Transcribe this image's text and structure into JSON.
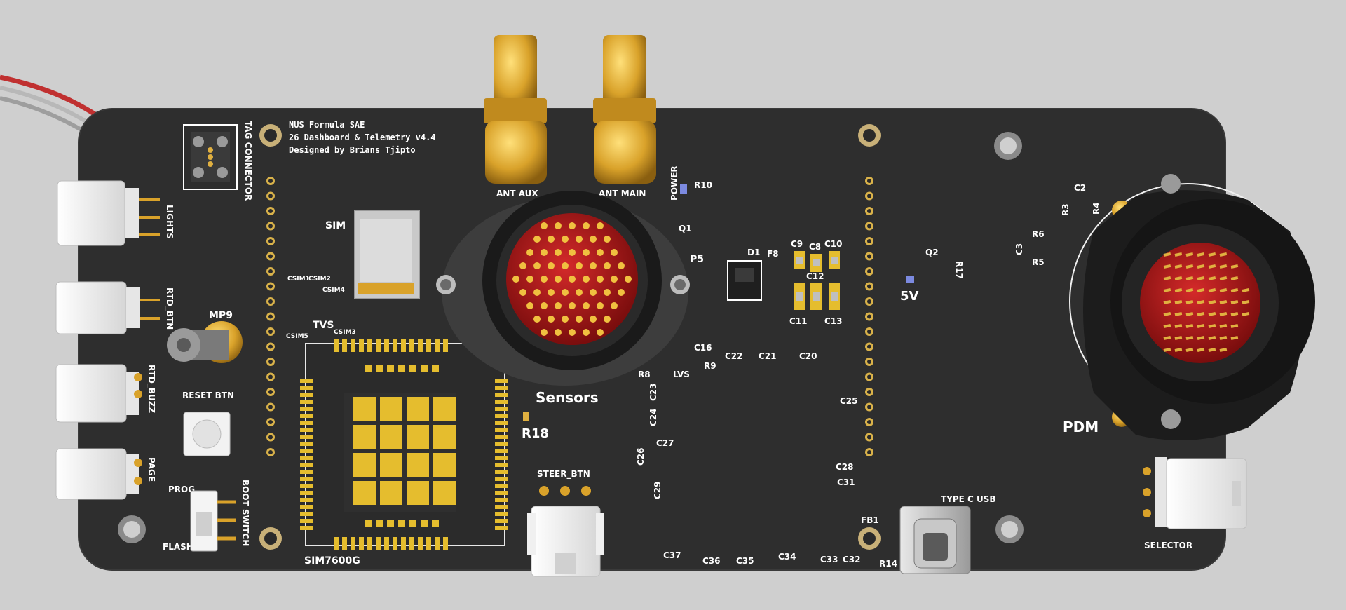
{
  "board": {
    "title_lines": [
      "NUS Formula SAE",
      "26 Dashboard & Telemetry v4.4",
      "Designed by Brians Tjipto"
    ]
  },
  "connectors": {
    "tag": "TAG CONNECTOR",
    "lights": "LIGHTS",
    "rtd_btn": "RTD_BTN",
    "rtd_buzz": "RTD_BUZZ",
    "page": "PAGE",
    "sensors": "Sensors",
    "pdm": "PDM",
    "selector": "SELECTOR",
    "steer_btn": "STEER_BTN",
    "type_c": "TYPE C USB",
    "ant_aux": "ANT AUX",
    "ant_main": "ANT MAIN",
    "sim": "SIM"
  },
  "parts": {
    "mp9": "MP9",
    "reset": "RESET BTN",
    "boot": "BOOT SWITCH",
    "prog": "PROG",
    "flash": "FLASH",
    "module": "SIM7600G",
    "power": "POWER",
    "v5": "5V",
    "tvs": "TVS",
    "lvs": "LVS",
    "r18": "R18"
  },
  "designators": {
    "r10": "R10",
    "q1": "Q1",
    "p5": "P5",
    "d1": "D1",
    "f8": "F8",
    "c9": "C9",
    "c8": "C8",
    "c10": "C10",
    "c12": "C12",
    "c11": "C11",
    "c13": "C13",
    "q2": "Q2",
    "r17": "R17",
    "c2": "C2",
    "r3": "R3",
    "r4": "R4",
    "r6": "R6",
    "c3": "C3",
    "r5": "R5",
    "c16": "C16",
    "r8": "R8",
    "r9": "R9",
    "c22": "C22",
    "c21": "C21",
    "c20": "C20",
    "c23": "C23",
    "c24": "C24",
    "c26": "C26",
    "c27": "C27",
    "c29": "C29",
    "c25": "C25",
    "c28": "C28",
    "c31": "C31",
    "fb1": "FB1",
    "r14": "R14",
    "c37": "C37",
    "c36": "C36",
    "c35": "C35",
    "c34": "C34",
    "c33": "C33",
    "c32": "C32",
    "csim1": "CSIM1",
    "csim2": "CSIM2",
    "csim4": "CSIM4",
    "csim5": "CSIM5",
    "csim3": "CSIM3"
  }
}
